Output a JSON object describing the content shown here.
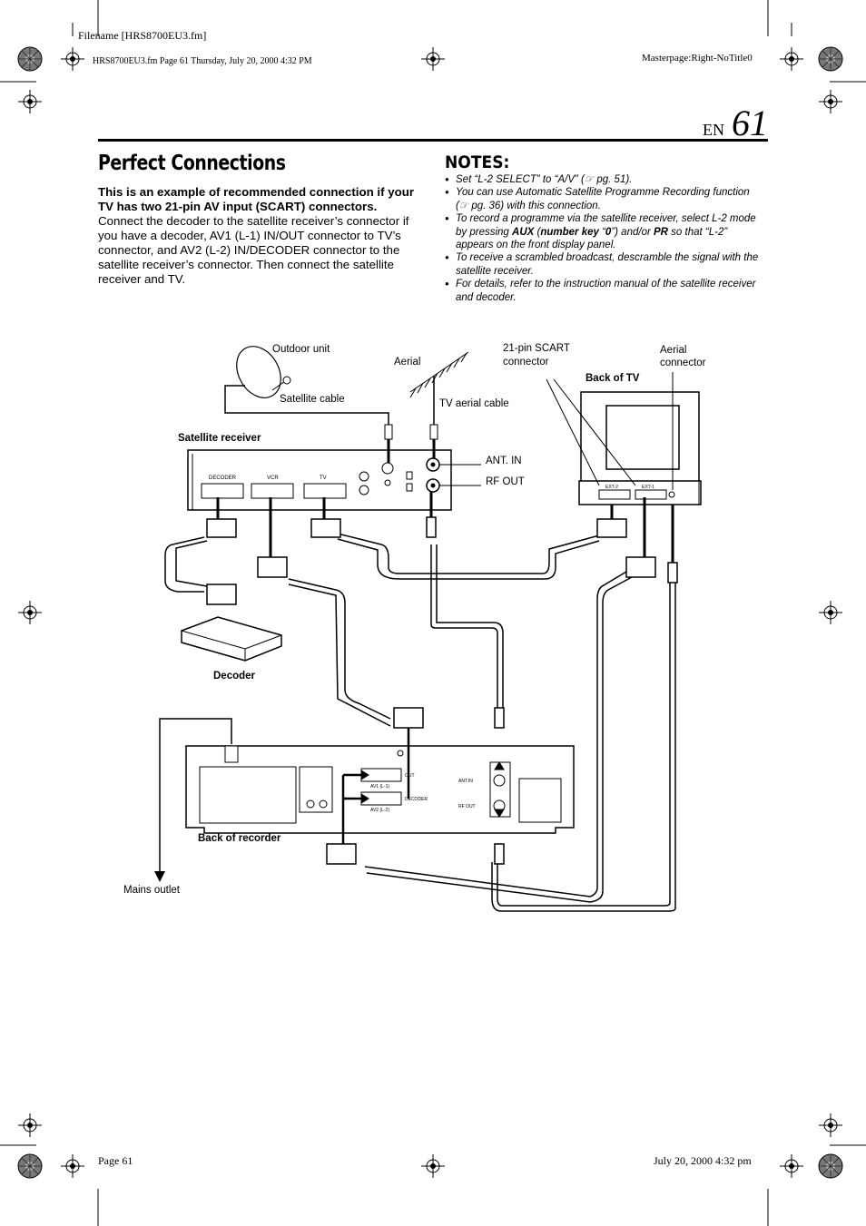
{
  "header": {
    "filename": "Filename [HRS8700EU3.fm]",
    "fileinfo": "HRS8700EU3.fm  Page 61  Thursday, July 20, 2000  4:32 PM",
    "masterpage": "Masterpage:Right-NoTitle0"
  },
  "page": {
    "lang": "EN",
    "number": "61"
  },
  "section": {
    "title": "Perfect Connections",
    "intro_bold": "This is an example of recommended connection if your TV has two 21-pin AV input (SCART) connectors.",
    "intro_text": "Connect the decoder to the satellite receiver’s connector if you have a decoder, AV1 (L-1) IN/OUT connector to TV’s connector, and AV2 (L-2) IN/DECODER connector to the satellite receiver’s connector. Then connect the satellite receiver and TV."
  },
  "notes": {
    "title": "NOTES:",
    "n1": "Set “L-2 SELECT” to “A/V” (☞ pg. 51).",
    "n2": "You can use Automatic Satellite Programme Recording function (☞ pg. 36) with this connection.",
    "n3_a": "To record a programme via the satellite receiver, select L-2 mode by pressing ",
    "n3_aux": "AUX",
    "n3_b": " (",
    "n3_numkey": "number key",
    "n3_c": " “",
    "n3_zero": "0",
    "n3_d": "”) and/or ",
    "n3_pr": "PR",
    "n3_e": " so that “L-2” appears on the front display panel.",
    "n4": "To receive a scrambled broadcast, descramble the signal with the satellite receiver.",
    "n5": "For details, refer to the instruction manual of the satellite receiver and decoder."
  },
  "diagram": {
    "outdoor_unit": "Outdoor unit",
    "satellite_cable": "Satellite cable",
    "aerial": "Aerial",
    "tv_aerial_cable": "TV aerial cable",
    "scart_line1": "21-pin SCART",
    "scart_line2": "connector",
    "aerial_conn_line1": "Aerial",
    "aerial_conn_line2": "connector",
    "back_of_tv": "Back of TV",
    "satellite_receiver": "Satellite receiver",
    "ant_in": "ANT. IN",
    "rf_out": "RF OUT",
    "decoder": "Decoder",
    "back_of_recorder": "Back of recorder",
    "mains_outlet": "Mains outlet",
    "rx_decoder": "DECODER",
    "rx_vcr": "VCR",
    "rx_tv": "TV",
    "tv_ext2": "EXT-2",
    "tv_ext1": "EXT-1",
    "rec_av1": "AV1 (L-1)",
    "rec_av2": "AV2 (L-2)",
    "rec_out": "OUT",
    "rec_decoder": "DECODER",
    "rec_ant": "ANT.IN",
    "rec_rfout": "RF OUT"
  },
  "footer": {
    "page": "Page 61",
    "date": "July 20, 2000 4:32 pm"
  }
}
